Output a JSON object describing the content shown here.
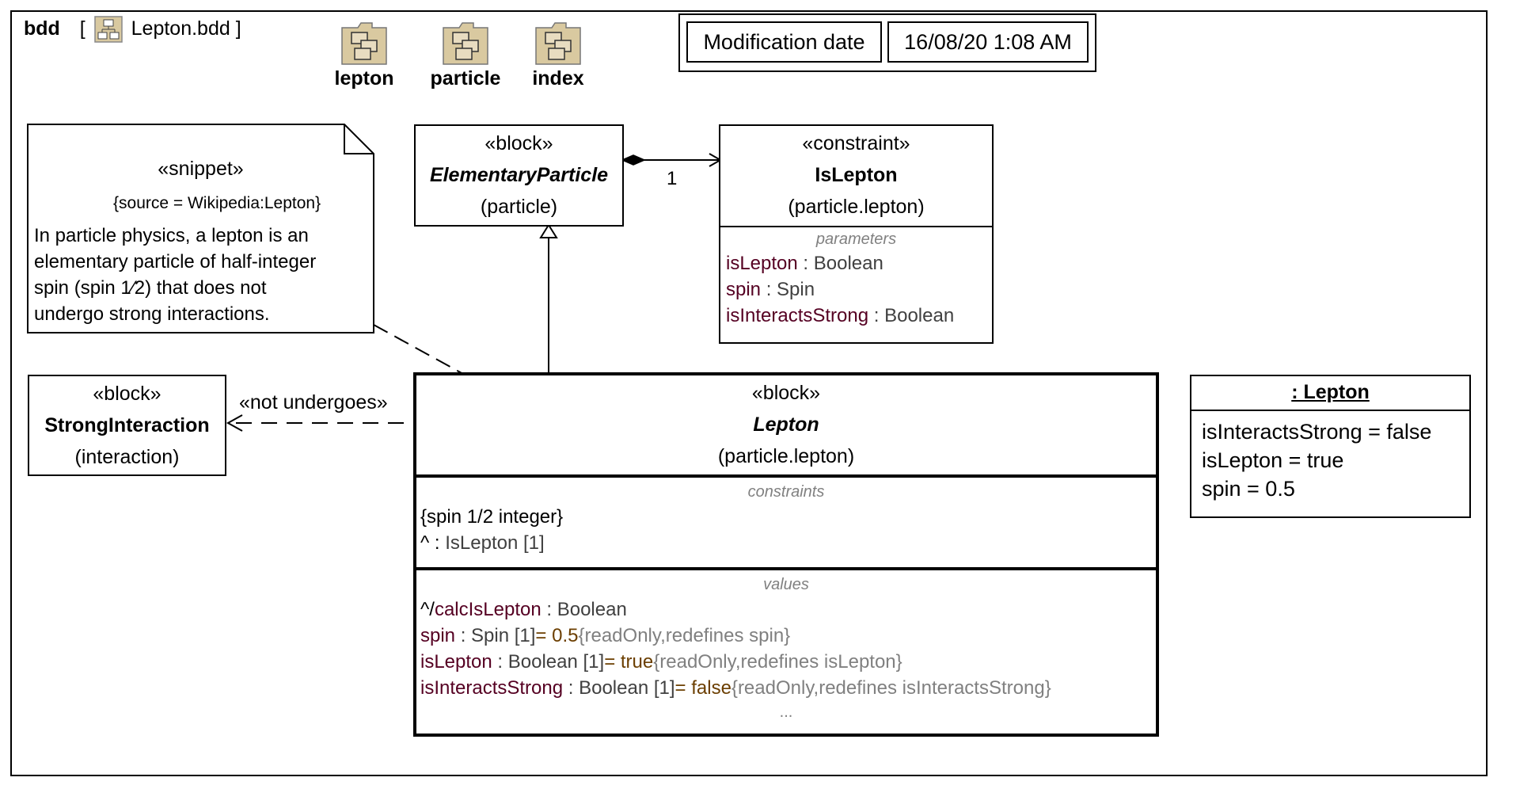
{
  "header": {
    "kind": "bdd",
    "bracket_open": "[",
    "title": "Lepton.bdd",
    "bracket_close": "]"
  },
  "packages": [
    {
      "label": "lepton",
      "icon": "package-icon"
    },
    {
      "label": "particle",
      "icon": "package-icon"
    },
    {
      "label": "index",
      "icon": "package-icon"
    }
  ],
  "modification": {
    "label": "Modification date",
    "value": "16/08/20 1:08 AM"
  },
  "snippet": {
    "stereotype": "«snippet»",
    "tag": "{source = Wikipedia:Lepton}",
    "lines": [
      "In particle physics, a lepton is an",
      "elementary particle of half-integer",
      "spin (spin 1⁄2) that does not",
      "undergo strong interactions."
    ]
  },
  "elementary": {
    "stereotype": "«block»",
    "name": "ElementaryParticle",
    "package": "(particle)"
  },
  "composition": {
    "multiplicity": "1"
  },
  "islepton": {
    "stereotype": "«constraint»",
    "name": "IsLepton",
    "package": "(particle.lepton)",
    "section": "parameters",
    "params": [
      {
        "name": "isLepton",
        "type": " : Boolean"
      },
      {
        "name": "spin",
        "type": " : Spin"
      },
      {
        "name": "isInteractsStrong",
        "type": " : Boolean"
      }
    ]
  },
  "strong": {
    "stereotype": "«block»",
    "name": "StrongInteraction",
    "package": "(interaction)"
  },
  "dependency": {
    "label": "«not undergoes»"
  },
  "lepton": {
    "stereotype": "«block»",
    "name": "Lepton",
    "package": "(particle.lepton)",
    "constraints_title": "constraints",
    "constraints": [
      {
        "text": "{spin 1/2 integer}"
      },
      {
        "prefix": "^ : ",
        "text": "IsLepton [1]"
      }
    ],
    "values_title": "values",
    "values": [
      {
        "prefix": "^/",
        "name": "calcIsLepton",
        "type": " : Boolean",
        "default": "",
        "props": ""
      },
      {
        "prefix": "",
        "name": "spin",
        "type": " : Spin [1]",
        "default": "= 0.5",
        "props": "{readOnly,redefines spin}"
      },
      {
        "prefix": "",
        "name": "isLepton",
        "type": " : Boolean [1]",
        "default": "= true",
        "props": "{readOnly,redefines isLepton}"
      },
      {
        "prefix": "",
        "name": "isInteractsStrong",
        "type": " : Boolean [1]",
        "default": "= false",
        "props": "{readOnly,redefines isInteractsStrong}"
      }
    ],
    "ellipsis": "..."
  },
  "instance": {
    "name": ": Lepton",
    "slots": [
      "isInteractsStrong = false",
      "isLepton = true",
      "spin = 0.5"
    ]
  }
}
